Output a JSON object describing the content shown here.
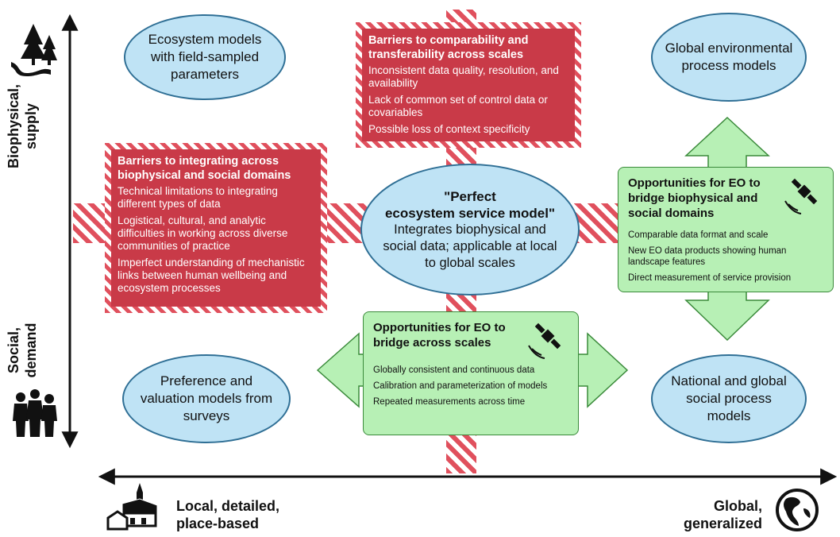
{
  "ellipses": {
    "top_left": "Ecosystem models with field-sampled parameters",
    "top_right": "Global environmental process models",
    "bottom_left": "Preference and valuation models from surveys",
    "bottom_right": "National and global social process models"
  },
  "center": {
    "title_line1": "\"Perfect",
    "title_line2": "ecosystem service model\"",
    "body": "Integrates biophysical and social data; applicable at local to global scales"
  },
  "barrier_scales": {
    "title": "Barriers to comparability and transferability across scales",
    "items": [
      "Inconsistent data quality, resolution, and availability",
      "Lack of common set of control data or covariables",
      "Possible loss of context specificity"
    ]
  },
  "barrier_domains": {
    "title": "Barriers to integrating across biophysical and social domains",
    "items": [
      "Technical limitations to integrating different types of data",
      "Logistical, cultural, and analytic difficulties in working across diverse communities of practice",
      "Imperfect understanding of mechanistic links between human wellbeing and ecosystem processes"
    ]
  },
  "opp_domains": {
    "title": "Opportunities for EO to bridge biophysical and social domains",
    "items": [
      "Comparable data format and scale",
      "New EO data products showing human landscape features",
      "Direct measurement of service provision"
    ]
  },
  "opp_scales": {
    "title": "Opportunities for EO to bridge across scales",
    "items": [
      "Globally consistent and continuous data",
      "Calibration and parameterization of models",
      "Repeated measurements across time"
    ]
  },
  "axes": {
    "y_top_line1": "Biophysical,",
    "y_top_line2": "supply",
    "y_bottom_line1": "Social,",
    "y_bottom_line2": "demand",
    "x_left_line1": "Local, detailed,",
    "x_left_line2": "place-based",
    "x_right_line1": "Global,",
    "x_right_line2": "generalized"
  },
  "icons": [
    "trees-river-icon",
    "people-icon",
    "village-icon",
    "globe-icon",
    "satellite-icon"
  ],
  "colors": {
    "barrier": "#c93a48",
    "stripe": "#e0505d",
    "opportunity": "#b7f0b5",
    "ellipse": "#bfe3f5"
  }
}
